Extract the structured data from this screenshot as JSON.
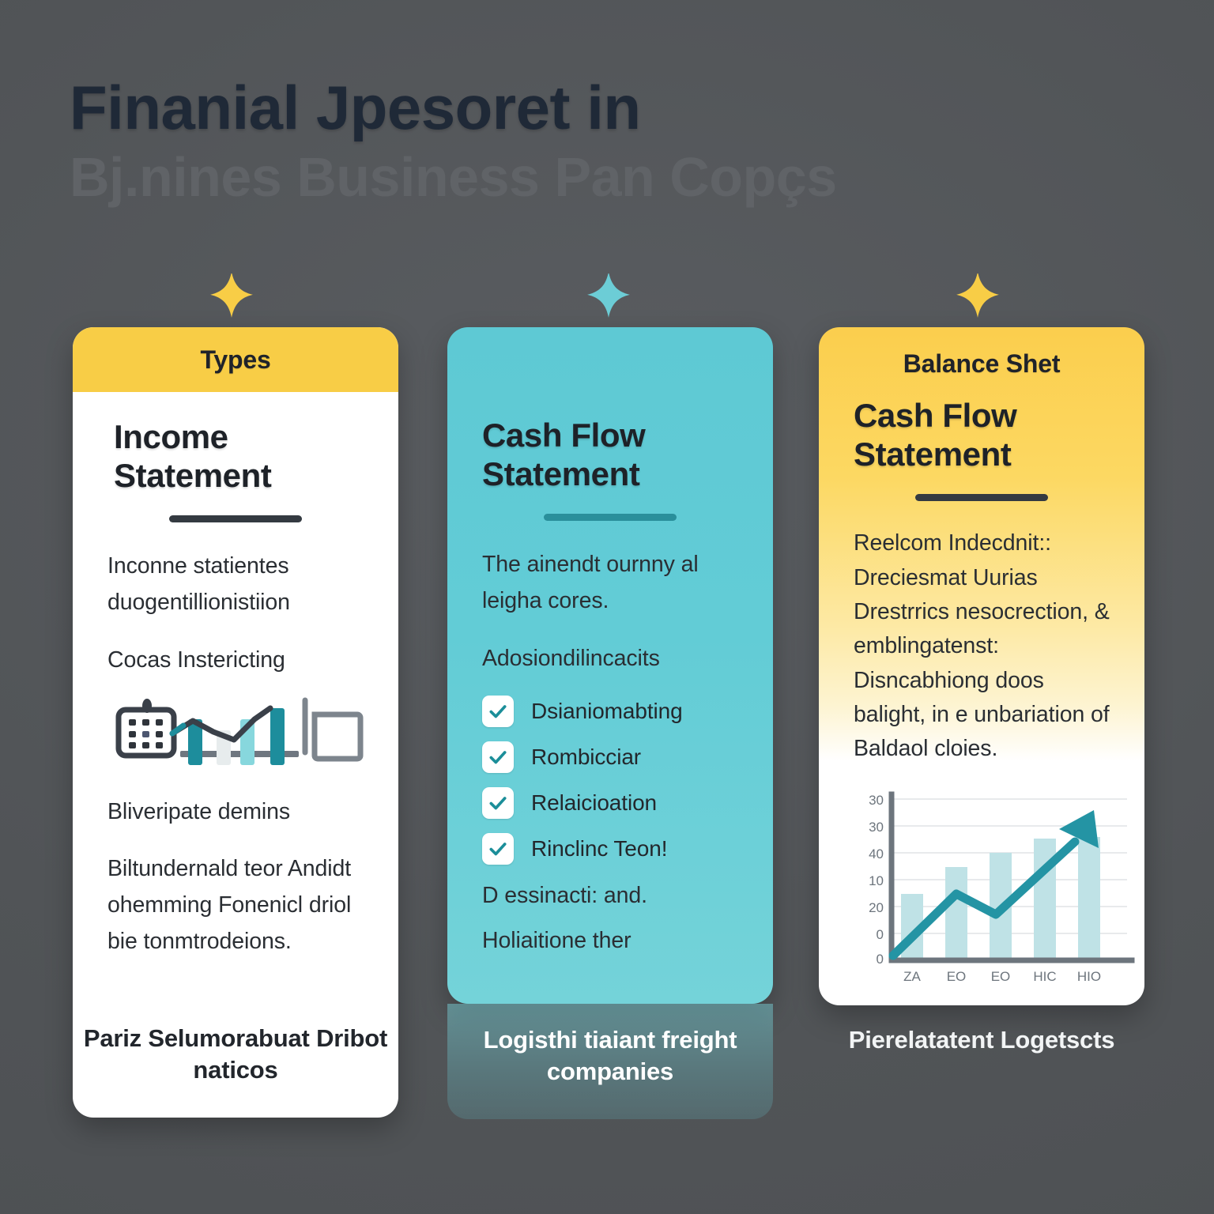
{
  "title": {
    "line1": "Finanial Jpesoret in",
    "line2": "Bj.nines Business Pan  Copçs"
  },
  "colors": {
    "background": "#53565a",
    "accent_yellow": "#f8cd46",
    "accent_teal": "#5ec9d4",
    "teal_dark": "#2a8f9b",
    "ink": "#1e2228"
  },
  "markers": [
    {
      "name": "diamond-yellow-1",
      "color": "#f8cd46"
    },
    {
      "name": "diamond-teal",
      "color": "#6ccdd6"
    },
    {
      "name": "diamond-yellow-2",
      "color": "#f8cd46"
    }
  ],
  "cards": [
    {
      "id": "income-statement",
      "banner": "Types",
      "title": "Income\nStatement",
      "paragraphs": [
        "Inconne statientes duogentillionistiion",
        "Cocas Instericting"
      ],
      "paragraphs_lower": [
        "Bliveripate demins",
        "Biltundernald teor Andidt ohemming Fonenicl driol bie tonmtrodeions."
      ],
      "illustration": "calculator-bar-chart-clipboard-icon",
      "caption": "Pariz Selumorabuat Dribot naticos"
    },
    {
      "id": "cash-flow-statement",
      "banner": null,
      "title": "Cash Flow\nStatement",
      "paragraphs": [
        "The ainendt ournny al leigha cores.",
        "Adosiondilincacits"
      ],
      "checklist": [
        "Dsianiomabting",
        "Rombicciar",
        "Relaicioation",
        "Rinclinc Teon!"
      ],
      "paragraphs_lower": [
        "D essinacti: and.",
        "Holiaitione ther"
      ],
      "caption": "Logisthi tiaiant freight companies"
    },
    {
      "id": "balance-sheet",
      "banner": "Balance Shet",
      "title": "Cash Flow\nStatement",
      "paragraphs": [
        "Reelcom Indecdnit:: Dreciesmat Uurias Drestrrics nesocrection, & emblingatenst: Disncabhiong doos balight, in e unbariation of Baldaol cloies."
      ],
      "caption": "Pierelatatent Logetscts"
    }
  ],
  "chart_data": {
    "type": "bar",
    "title": "",
    "xlabel": "",
    "ylabel": "",
    "categories": [
      "ZA",
      "EO",
      "EO",
      "HIC",
      "HIO"
    ],
    "values": [
      13,
      21,
      27,
      31,
      35
    ],
    "ylim": [
      0,
      42
    ],
    "y_tick_labels": [
      "30",
      "30",
      "40",
      "10",
      "20",
      "0",
      "0"
    ],
    "grid": true,
    "legend": "none",
    "bar_color": "#b9e0e4",
    "overlay": {
      "type": "line",
      "name": "trend-arrow",
      "color": "#1f93a3",
      "points": [
        [
          0,
          1
        ],
        [
          1,
          14
        ],
        [
          2,
          9
        ],
        [
          4,
          40
        ]
      ],
      "arrowhead": true
    }
  }
}
